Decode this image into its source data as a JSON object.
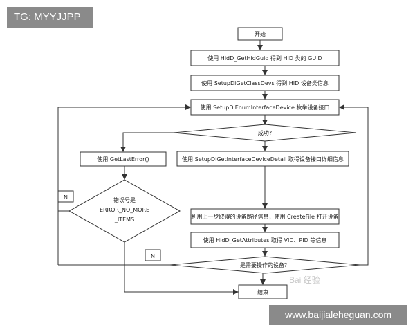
{
  "overlay": {
    "tag": "TG: MYYJJPP",
    "site": "www.baijialeheguan.com",
    "watermark": "Bai 经验"
  },
  "flowchart": {
    "start": "开始",
    "step1": "使用 HidD_GetHidGuid 得到 HID 类的 GUID",
    "step2": "使用 SetupDiGetClassDevs 得到 HID 设备类信息",
    "step3": "使用 SetupDiEnumInterfaceDevice 枚举设备接口",
    "decision_success": "成功?",
    "left_step": "使用 GetLastError()",
    "right_step": "使用 SetupDiGetInterfaceDeviceDetail 取得设备接口详细信息",
    "error_decision_line1": "错误号是",
    "error_decision_line2": "ERROR_NO_MORE",
    "error_decision_line3": "_ITEMS",
    "label_n_left": "N",
    "step_createfile": "利用上一步取得的设备路径信息，使用 CreateFile 打开设备",
    "step_attributes": "使用 HidD_GetAttributes 取得 VID、PID 等信息",
    "decision_more": "是需要操作的设备？",
    "label_n_bottom": "N",
    "end": "结束"
  }
}
